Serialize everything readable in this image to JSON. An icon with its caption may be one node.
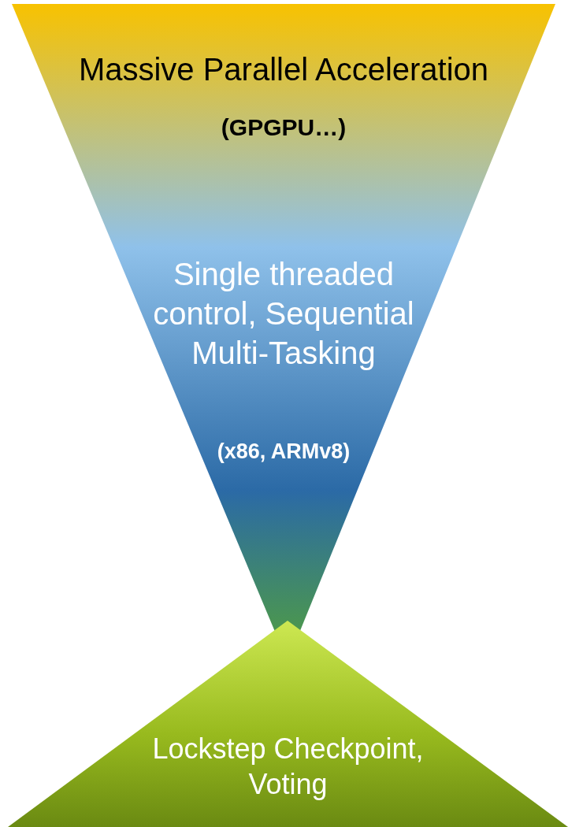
{
  "diagram": {
    "nodes": [
      {
        "text": [
          "Massive Parallel Acceleration",
          "(GPGPU…)",
          "Single threaded control, Sequential Multi-Tasking",
          "(x86, ARMv8)"
        ]
      },
      {
        "text": [
          "Lockstep Checkpoint, Voting"
        ]
      }
    ],
    "edges": []
  }
}
